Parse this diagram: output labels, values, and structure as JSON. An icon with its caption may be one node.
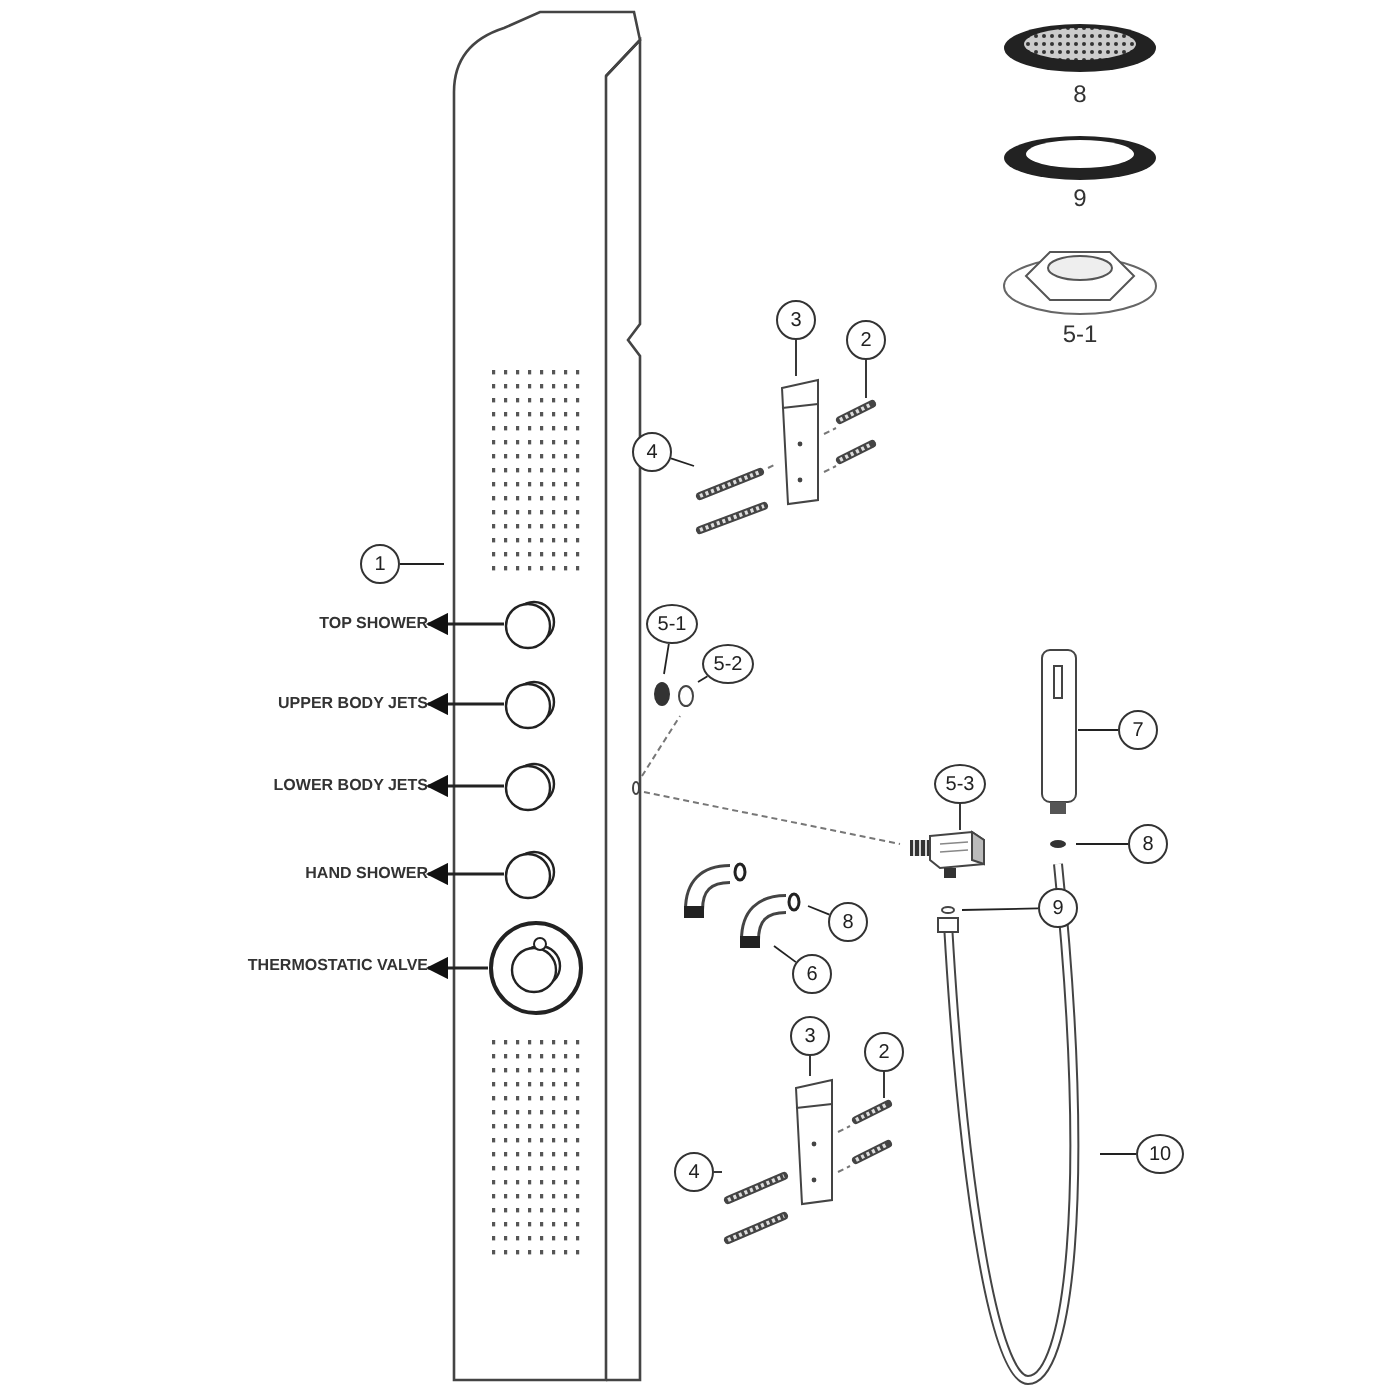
{
  "diagram": {
    "nodes": [
      {
        "text": [],
        "shape": "picture"
      },
      {
        "text": [],
        "shape": "picture",
        "in": 0
      },
      {
        "text": [],
        "shape": "picture",
        "in": 0
      },
      {
        "text": [],
        "shape": "picture",
        "in": 0
      },
      {
        "text": [],
        "shape": "picture",
        "in": 0
      },
      {
        "text": [],
        "shape": "picture",
        "in": 0
      },
      {
        "text": [
          "TOP SHOWER"
        ]
      },
      {
        "text": [
          "UPPER BODY JETS"
        ]
      },
      {
        "text": [
          "LOWER BODY JETS"
        ]
      },
      {
        "text": [
          "HAND SHOWER"
        ]
      },
      {
        "text": [
          "THERMOSTATIC VALVE"
        ]
      },
      {
        "text": [
          "1"
        ]
      },
      {
        "text": [
          "3"
        ]
      },
      {
        "text": [
          "2"
        ]
      },
      {
        "text": [
          "4"
        ]
      },
      {
        "text": [
          "5-1"
        ]
      },
      {
        "text": [
          "5-2"
        ]
      },
      {
        "text": [
          "7"
        ]
      },
      {
        "text": [
          "5-3"
        ]
      },
      {
        "text": [
          "8"
        ]
      },
      {
        "text": [
          "9"
        ]
      },
      {
        "text": [
          "8"
        ]
      },
      {
        "text": [
          "6"
        ]
      },
      {
        "text": [
          "3"
        ]
      },
      {
        "text": [
          "2"
        ]
      },
      {
        "text": [
          "4"
        ]
      },
      {
        "text": [
          "10"
        ]
      },
      {
        "text": [],
        "shape": "picture"
      },
      {
        "text": [],
        "shape": "picture"
      },
      {
        "text": [],
        "shape": "picture"
      },
      {
        "text": [],
        "shape": "picture"
      },
      {
        "text": [],
        "shape": "picture"
      },
      {
        "text": [],
        "shape": "picture"
      },
      {
        "text": [],
        "shape": "picture"
      },
      {
        "text": [],
        "shape": "picture"
      }
    ],
    "edges": [
      {
        "from": 1,
        "to": 6,
        "arrow": "to"
      },
      {
        "from": 2,
        "to": 7,
        "arrow": "to"
      },
      {
        "from": 3,
        "to": 8,
        "arrow": "to"
      },
      {
        "from": 4,
        "to": 9,
        "arrow": "to"
      },
      {
        "from": 5,
        "to": 10,
        "arrow": "to"
      },
      {
        "from": 11,
        "to": 0,
        "arrow": "none"
      },
      {
        "from": 12,
        "to": 27,
        "arrow": "none"
      },
      {
        "from": 13,
        "to": 28,
        "arrow": "none"
      },
      {
        "from": 14,
        "to": 34,
        "arrow": "none"
      },
      {
        "from": 15,
        "to": null,
        "arrow": "none"
      },
      {
        "from": 16,
        "to": null,
        "arrow": "none"
      },
      {
        "from": 17,
        "to": 29,
        "arrow": "none"
      },
      {
        "from": 18,
        "to": 32,
        "arrow": "none"
      },
      {
        "from": 19,
        "to": null,
        "arrow": "none"
      },
      {
        "from": 20,
        "to": null,
        "arrow": "none"
      },
      {
        "from": 21,
        "to": null,
        "arrow": "none"
      },
      {
        "from": 22,
        "to": null,
        "arrow": "none"
      },
      {
        "from": 23,
        "to": 30,
        "arrow": "none"
      },
      {
        "from": 24,
        "to": 31,
        "arrow": "none"
      },
      {
        "from": 25,
        "to": 33,
        "arrow": "none"
      },
      {
        "from": 26,
        "to": null,
        "arrow": "none"
      }
    ],
    "labels": [
      "8",
      "9",
      "5-1"
    ]
  }
}
